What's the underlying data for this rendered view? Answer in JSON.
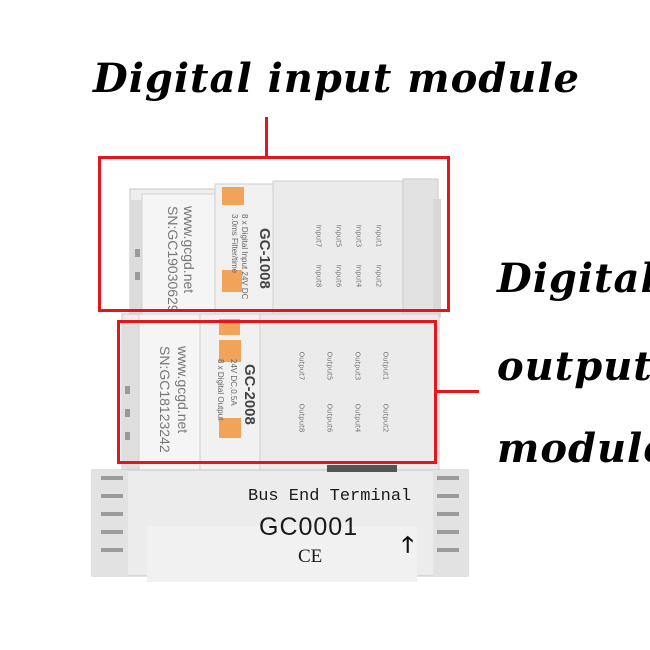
{
  "callouts": {
    "input": "Digital input module",
    "output_line1": "Digital",
    "output_line2": "output",
    "output_line3": "module"
  },
  "input_module": {
    "web": "www.gcgd.net",
    "serial": "SN:GC19030629",
    "model": "GC-1008",
    "desc1": "8 x Digital Input 24V DC",
    "desc2": "3.0ms Filter/time",
    "terminals_left": [
      "Input7",
      "Input5",
      "Input3",
      "Input1"
    ],
    "terminals_right": [
      "Input8",
      "Input6",
      "Input4",
      "Input2"
    ]
  },
  "output_module": {
    "web": "www.gcgd.net",
    "serial": "SN:GC18123242",
    "model": "GC-2008",
    "desc1": "8 x Digital Output",
    "desc2": "24V DC,0.5A",
    "terminals_top": [
      "Output7",
      "Output5",
      "Output3",
      "Output1"
    ],
    "terminals_bottom": [
      "Output8",
      "Output6",
      "Output4",
      "Output2"
    ]
  },
  "end_terminal": {
    "label": "Bus End Terminal",
    "model": "GC0001",
    "mark": "CE"
  },
  "colors": {
    "annotation_red": "#e4151b",
    "module_orange": "#f2a35a",
    "housing": "#e9e9e9"
  }
}
